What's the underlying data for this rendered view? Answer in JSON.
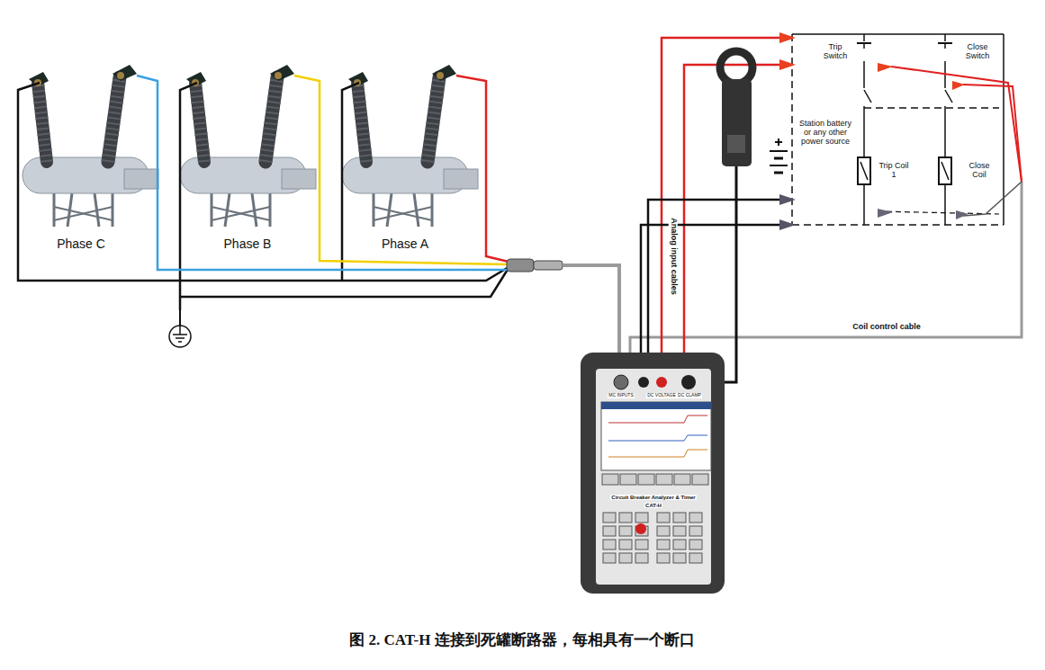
{
  "diagram": {
    "caption": "图 2. CAT-H 连接到死罐断路器，每相具有一个断口",
    "labels": [
      "Phase C",
      "Phase B",
      "Phase A",
      "Trip Switch",
      "Close Switch",
      "Station battery or any other power source",
      "Trip Coil 1",
      "Close Coil",
      "Analog input cables",
      "Coil control cable",
      "MC INPUTS",
      "DC VOLTAGE",
      "DC CLAMP",
      "Circuit Breaker Analyzer & Timer",
      "CAT-H"
    ]
  }
}
